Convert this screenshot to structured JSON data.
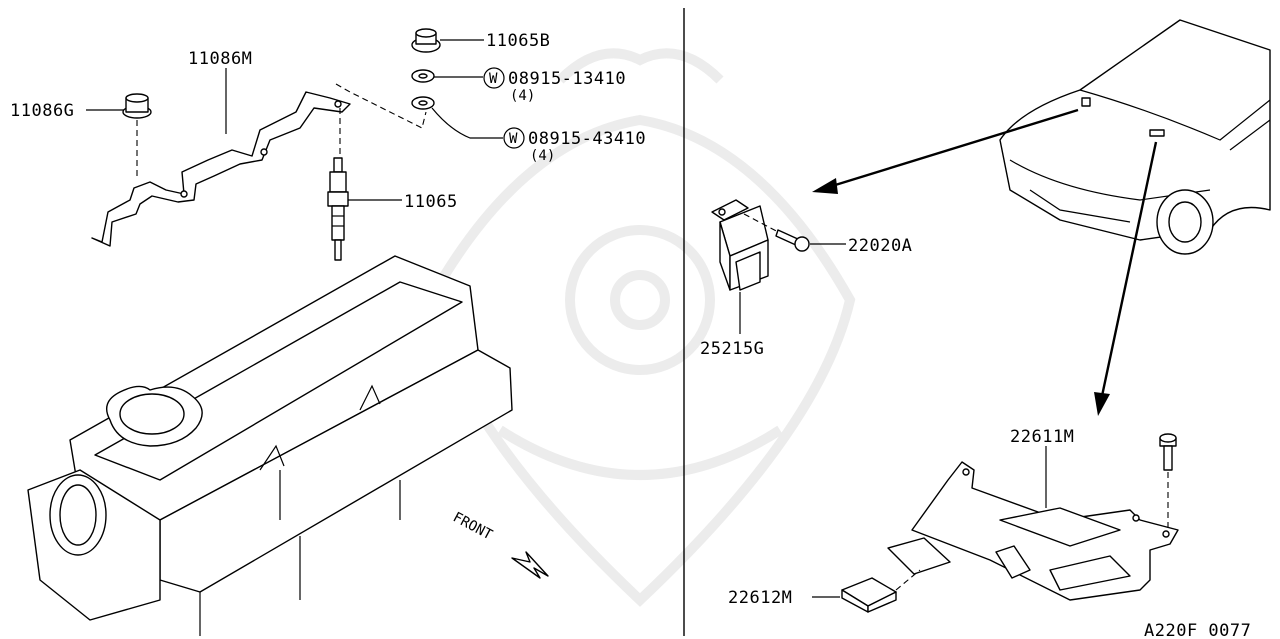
{
  "part_labels": {
    "p11065B": "11065B",
    "p11086M": "11086M",
    "p11086G": "11086G",
    "p08915_13410": "08915-13410",
    "p08915_13410_qty": "(4)",
    "p08915_43410": "08915-43410",
    "p08915_43410_qty": "(4)",
    "p11065": "11065",
    "p22020A": "22020A",
    "p25215G": "25215G",
    "p22611M": "22611M",
    "p22612M": "22612M"
  },
  "washer_symbol": "W",
  "front_marker": "FRONT",
  "diagram_code": "A220F 0077"
}
